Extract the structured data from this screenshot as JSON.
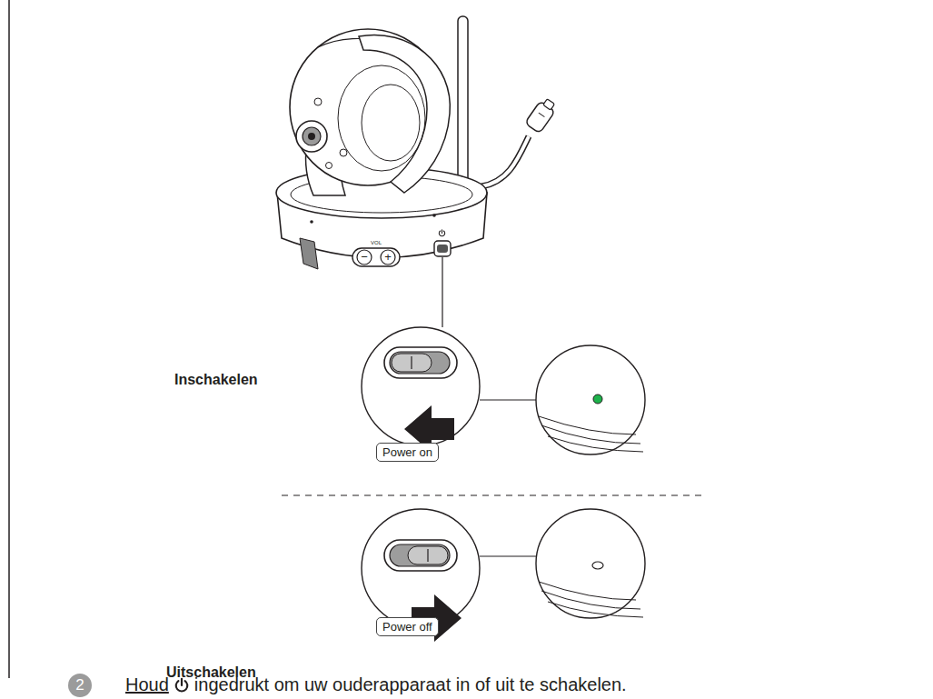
{
  "diagram": {
    "nodes": [
      {
        "text": [
          "Power on"
        ]
      },
      {
        "text": [
          "Power off"
        ]
      },
      {
        "text": [
          "2"
        ]
      }
    ],
    "labels": [
      "Inschakelen",
      "Uitschakelen",
      "VOL",
      "−",
      "+",
      "Houd",
      "ingedrukt om uw ouderapparaat in of uit te schakelen."
    ]
  }
}
